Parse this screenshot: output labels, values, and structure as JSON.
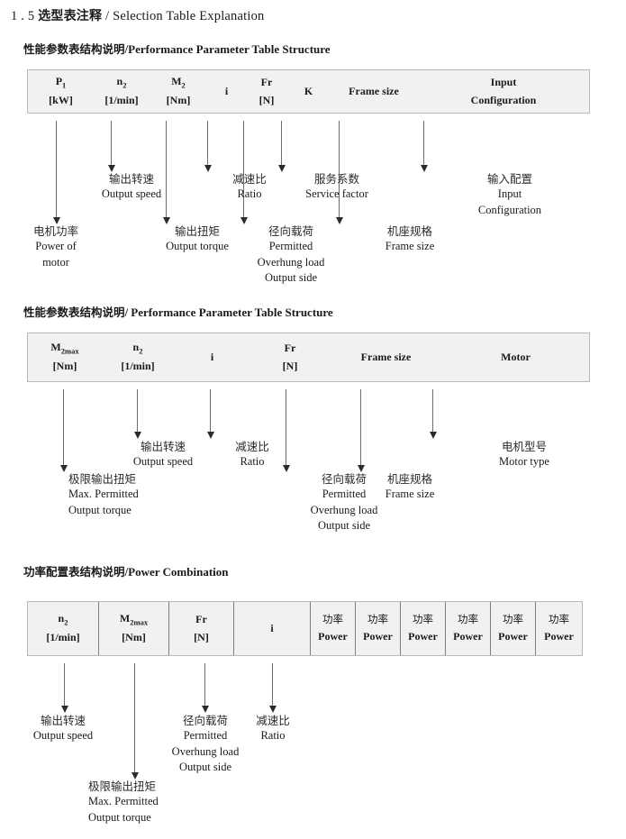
{
  "title": {
    "number": "1 . 5",
    "cn": "选型表注释",
    "sep": "/",
    "en": "Selection Table Explanation"
  },
  "sections": [
    {
      "heading": {
        "cn": "性能参数表结构说明",
        "sep": "/",
        "en": "Performance Parameter Table Structure"
      },
      "table": {
        "gridded": false,
        "columns": [
          {
            "sym": "P",
            "sub": "1",
            "unit": "[kW]"
          },
          {
            "sym": "n",
            "sub": "2",
            "unit": "[1/min]"
          },
          {
            "sym": "M",
            "sub": "2",
            "unit": "[Nm]"
          },
          {
            "sym": "i",
            "sub": "",
            "unit": ""
          },
          {
            "sym": "Fr",
            "sub": "",
            "unit": "[N]"
          },
          {
            "sym": "K",
            "sub": "",
            "unit": ""
          },
          {
            "sym": "Frame size",
            "sub": "",
            "unit": ""
          },
          {
            "sym": "Input",
            "sub": "",
            "unit": "Configuration"
          }
        ]
      },
      "annotations": [
        {
          "cn": "电机功率",
          "en": [
            "Power of",
            "motor"
          ]
        },
        {
          "cn": "输出转速",
          "en": [
            "Output speed"
          ]
        },
        {
          "cn": "输出扭矩",
          "en": [
            "Output torque"
          ]
        },
        {
          "cn": "减速比",
          "en": [
            "Ratio"
          ]
        },
        {
          "cn": "径向载荷",
          "en": [
            "Permitted",
            "Overhung load",
            "Output side"
          ]
        },
        {
          "cn": "服务系数",
          "en": [
            "Service factor"
          ]
        },
        {
          "cn": "机座规格",
          "en": [
            "Frame size"
          ]
        },
        {
          "cn": "输入配置",
          "en": [
            "Input",
            "Configuration"
          ]
        }
      ]
    },
    {
      "heading": {
        "cn": "性能参数表结构说明",
        "sep": "/",
        "en": "Performance Parameter Table Structure"
      },
      "table": {
        "gridded": false,
        "columns": [
          {
            "sym": "M",
            "sub": "2max",
            "unit": "[Nm]"
          },
          {
            "sym": "n",
            "sub": "2",
            "unit": "[1/min]"
          },
          {
            "sym": "i",
            "sub": "",
            "unit": ""
          },
          {
            "sym": "Fr",
            "sub": "",
            "unit": "[N]"
          },
          {
            "sym": "Frame size",
            "sub": "",
            "unit": ""
          },
          {
            "sym": "Motor",
            "sub": "",
            "unit": ""
          }
        ]
      },
      "annotations": [
        {
          "cn": "极限输出扭矩",
          "en": [
            "Max. Permitted",
            "Output  torque"
          ]
        },
        {
          "cn": "输出转速",
          "en": [
            "Output speed"
          ]
        },
        {
          "cn": "减速比",
          "en": [
            "Ratio"
          ]
        },
        {
          "cn": "径向载荷",
          "en": [
            "Permitted",
            "Overhung load",
            "Output side"
          ]
        },
        {
          "cn": "机座规格",
          "en": [
            "Frame size"
          ]
        },
        {
          "cn": "电机型号",
          "en": [
            "Motor type"
          ]
        }
      ]
    },
    {
      "heading": {
        "cn": "功率配置表结构说明",
        "sep": "/",
        "en": "Power Combination"
      },
      "table": {
        "gridded": true,
        "columns": [
          {
            "sym": "n",
            "sub": "2",
            "unit": "[1/min]"
          },
          {
            "sym": "M",
            "sub": "2max",
            "unit": "[Nm]"
          },
          {
            "sym": "Fr",
            "sub": "",
            "unit": "[N]"
          },
          {
            "sym": "i",
            "sub": "",
            "unit": ""
          },
          {
            "sym": "功率",
            "sub": "",
            "unit": "Power",
            "cn_top": true
          },
          {
            "sym": "功率",
            "sub": "",
            "unit": "Power",
            "cn_top": true
          },
          {
            "sym": "功率",
            "sub": "",
            "unit": "Power",
            "cn_top": true
          },
          {
            "sym": "功率",
            "sub": "",
            "unit": "Power",
            "cn_top": true
          },
          {
            "sym": "功率",
            "sub": "",
            "unit": "Power",
            "cn_top": true
          },
          {
            "sym": "功率",
            "sub": "",
            "unit": "Power",
            "cn_top": true
          }
        ]
      },
      "annotations": [
        {
          "cn": "输出转速",
          "en": [
            "Output speed"
          ]
        },
        {
          "cn": "极限输出扭矩",
          "en": [
            "Max. Permitted",
            "Output  torque"
          ]
        },
        {
          "cn": "径向载荷",
          "en": [
            "Permitted",
            "Overhung load",
            "Output side"
          ]
        },
        {
          "cn": "减速比",
          "en": [
            "Ratio"
          ]
        }
      ]
    }
  ],
  "colors": {
    "table_fill": "#f1f1f1",
    "table_border": "#b9b9b9",
    "arrow": "#2b2b2b"
  }
}
